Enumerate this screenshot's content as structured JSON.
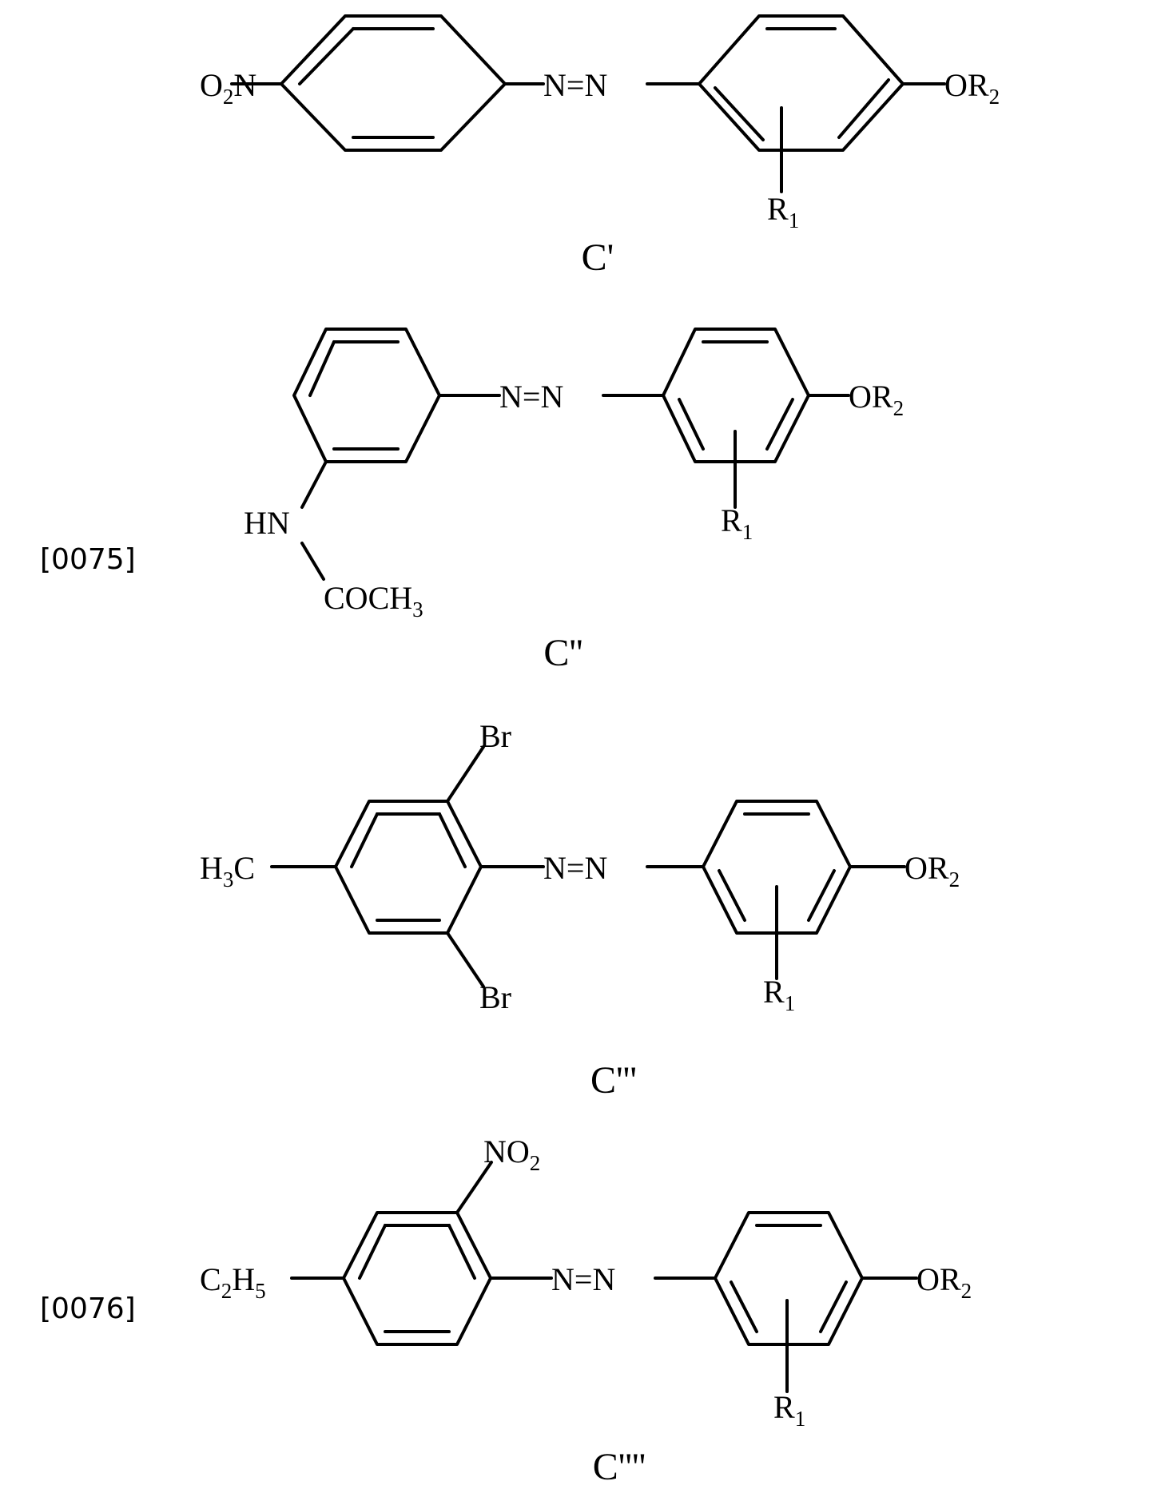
{
  "paragraph_markers": [
    "[0075]",
    "[0076]"
  ],
  "compounds": [
    {
      "caption": "C'",
      "labels": {
        "left": "O",
        "left_sub": "2",
        "left_tail": "N",
        "azo": "N=N",
        "right": "OR",
        "right_sub": "2",
        "sub": "R",
        "sub_sub": "1"
      }
    },
    {
      "caption": "C''",
      "labels": {
        "amine": "HN",
        "acyl": "COCH",
        "acyl_sub": "3",
        "azo": "N=N",
        "right": "OR",
        "right_sub": "2",
        "sub": "R",
        "sub_sub": "1"
      }
    },
    {
      "caption": "C'''",
      "labels": {
        "left": "H",
        "left_sub": "3",
        "left_tail": "C",
        "top": "Br",
        "bottom": "Br",
        "azo": "N=N",
        "right": "OR",
        "right_sub": "2",
        "sub": "R",
        "sub_sub": "1"
      }
    },
    {
      "caption": "C''''",
      "labels": {
        "left": "C",
        "left_sub": "2",
        "left_mid": "H",
        "left_sub2": "5",
        "top": "NO",
        "top_sub": "2",
        "azo": "N=N",
        "right": "OR",
        "right_sub": "2",
        "sub": "R",
        "sub_sub": "1"
      }
    }
  ]
}
